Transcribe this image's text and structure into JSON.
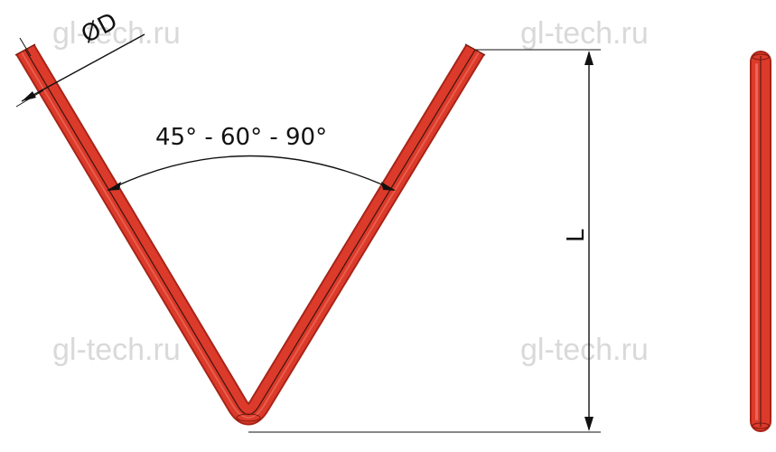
{
  "diagram": {
    "angle_label": "45° - 60° - 90°",
    "diameter_label": "ØD",
    "length_label": "L",
    "watermark": "gl-tech.ru",
    "colors": {
      "tube": "#dc3a2a",
      "tube_dark": "#b52a1e",
      "tube_highlight": "#f07a68",
      "dimension_line": "#111111",
      "watermark": "#d9d9d9"
    }
  }
}
